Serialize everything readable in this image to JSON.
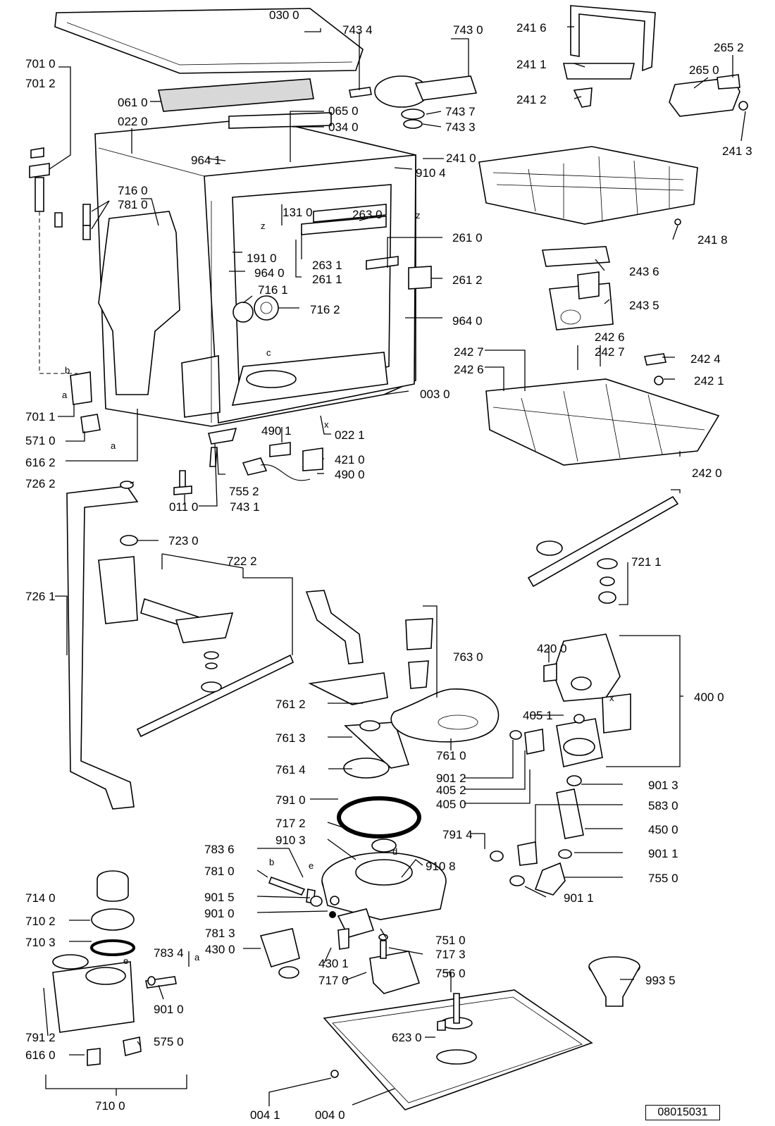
{
  "reference_number": "08015031",
  "part_labels": {
    "p0300": "030 0",
    "p7434": "743 4",
    "p7430": "743 0",
    "p2416": "241 6",
    "p2652": "265 2",
    "p7010": "701 0",
    "p7012": "701 2",
    "p2411": "241 1",
    "p2650": "265 0",
    "p0610": "061 0",
    "p2412": "241 2",
    "p0220": "022 0",
    "p0650": "065 0",
    "p7437": "743 7",
    "p0340": "034 0",
    "p7433": "743 3",
    "p2413": "241 3",
    "p9641": "964 1",
    "p2410": "241 0",
    "p9104": "910 4",
    "p7160": "716 0",
    "p7810": "781 0",
    "p1310": "131 0",
    "p2630": "263 0",
    "p2418": "241 8",
    "p2610": "261 0",
    "p1910": "191 0",
    "p9640a": "964 0",
    "p2631": "263 1",
    "p2611": "261 1",
    "p2612": "261 2",
    "p2436": "243 6",
    "p7161": "716 1",
    "p7162": "716 2",
    "p2435": "243 5",
    "p9640b": "964 0",
    "p2426a": "242 6",
    "p2427a": "242 7",
    "p2424": "242 4",
    "p2427b": "242 7",
    "p2426b": "242 6",
    "p2421": "242 1",
    "p0030": "003 0",
    "p7011": "701 1",
    "p5710": "571 0",
    "p4901": "490 1",
    "p0221": "022 1",
    "p6162": "616 2",
    "p4210": "421 0",
    "p4900": "490 0",
    "p2420": "242 0",
    "p7262": "726 2",
    "p7552": "755 2",
    "p0110": "011 0",
    "p7431": "743 1",
    "p7230": "723 0",
    "p7222": "722 2",
    "p7211": "721 1",
    "p7261": "726 1",
    "p7630": "763 0",
    "p4200": "420 0",
    "p4000": "400 0",
    "p7612": "761 2",
    "p4051": "405 1",
    "p7613": "761 3",
    "p7610": "761 0",
    "p7614": "761 4",
    "p9012": "901 2",
    "p4052": "405 2",
    "p9013": "901 3",
    "p4050": "405 0",
    "p7910": "791 0",
    "p5830": "583 0",
    "p7172": "717 2",
    "p4500": "450 0",
    "p9103": "910 3",
    "p7914": "791 4",
    "p9108": "910 8",
    "p7836": "783 6",
    "p9011a": "901 1",
    "p7810b": "781 0",
    "p7550": "755 0",
    "p7140": "714 0",
    "p9015": "901 5",
    "p9011b": "901 1",
    "p9010": "901 0",
    "p7102": "710 2",
    "p7813": "781 3",
    "p7510": "751 0",
    "p7103": "710 3",
    "p7834": "783 4",
    "p4300": "430 0",
    "p7173": "717 3",
    "p4301": "430 1",
    "p7560": "756 0",
    "p7170": "717 0",
    "p9935": "993 5",
    "p9010b": "901 0",
    "p7912": "791 2",
    "p5750": "575 0",
    "p6230": "623 0",
    "p6160": "616 0",
    "p7100": "710 0",
    "p0041": "004 1",
    "p0040": "004 0"
  },
  "letter_marks": {
    "z1": "z",
    "z2": "z",
    "c": "c",
    "x1": "x",
    "x2": "x",
    "b1": "b",
    "a1": "a",
    "a2": "a",
    "d": "d",
    "e1": "e",
    "e2": "e",
    "b2": "b",
    "a3": "a"
  }
}
